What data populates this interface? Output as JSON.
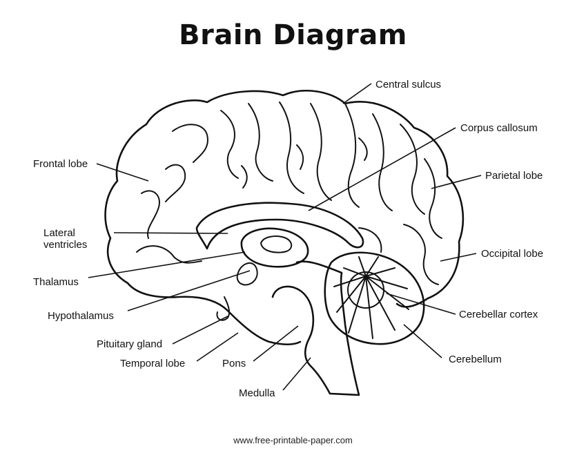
{
  "title": "Brain Diagram",
  "footer": "www.free-printable-paper.com",
  "labels": {
    "central_sulcus": "Central sulcus",
    "corpus_callosum": "Corpus callosum",
    "frontal_lobe": "Frontal lobe",
    "parietal_lobe": "Parietal lobe",
    "lateral_ventricles_1": "Lateral",
    "lateral_ventricles_2": "ventricles",
    "occipital_lobe": "Occipital lobe",
    "thalamus": "Thalamus",
    "hypothalamus": "Hypothalamus",
    "cerebellar_cortex": "Cerebellar cortex",
    "pituitary_gland": "Pituitary gland",
    "temporal_lobe": "Temporal lobe",
    "pons": "Pons",
    "cerebellum": "Cerebellum",
    "medulla": "Medulla"
  },
  "colors": {
    "ink": "#111111",
    "background": "#ffffff"
  }
}
